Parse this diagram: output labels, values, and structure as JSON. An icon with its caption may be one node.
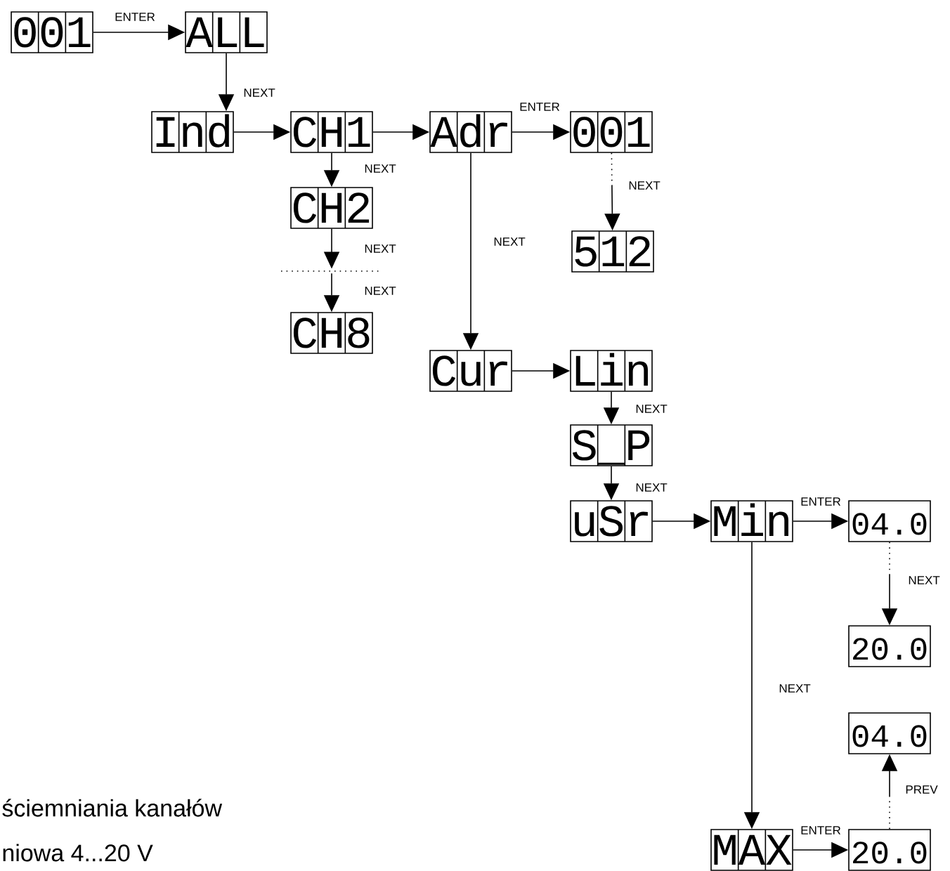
{
  "diagram": {
    "nodes": [
      {
        "text": [
          "001"
        ]
      },
      {
        "text": [
          "ALL"
        ]
      },
      {
        "text": [
          "Ind"
        ]
      },
      {
        "text": [
          "CH1"
        ]
      },
      {
        "text": [
          "Adr"
        ]
      },
      {
        "text": [
          "001"
        ]
      },
      {
        "text": [
          "CH2"
        ]
      },
      {
        "text": [
          "512"
        ]
      },
      {
        "text": [],
        "shape": "line"
      },
      {
        "text": [
          "CH8"
        ]
      },
      {
        "text": [
          "Cur"
        ]
      },
      {
        "text": [
          "Lin"
        ]
      },
      {
        "text": [
          "S_P"
        ]
      },
      {
        "text": [
          "uSr"
        ]
      },
      {
        "text": [
          "Min"
        ]
      },
      {
        "text": [
          "04.0"
        ]
      },
      {
        "text": [
          "20.0"
        ]
      },
      {
        "text": [
          "04.0"
        ]
      },
      {
        "text": [
          "MAX"
        ]
      },
      {
        "text": [
          "20.0"
        ]
      }
    ],
    "edges": [
      {
        "from": 0,
        "to": 1,
        "arrow": "to",
        "label": "ENTER"
      },
      {
        "from": 1,
        "to": 2,
        "arrow": "to",
        "label": "NEXT"
      },
      {
        "from": 2,
        "to": 3,
        "arrow": "to"
      },
      {
        "from": 3,
        "to": 4,
        "arrow": "to"
      },
      {
        "from": 4,
        "to": 5,
        "arrow": "to",
        "label": "ENTER"
      },
      {
        "from": 5,
        "to": 7,
        "arrow": "to",
        "label": "NEXT",
        "style": "dashed"
      },
      {
        "from": 3,
        "to": 6,
        "arrow": "to",
        "label": "NEXT"
      },
      {
        "from": 6,
        "to": 8,
        "arrow": "to",
        "label": "NEXT"
      },
      {
        "from": 8,
        "to": 9,
        "arrow": "to",
        "label": "NEXT"
      },
      {
        "from": 4,
        "to": 10,
        "arrow": "to",
        "label": "NEXT"
      },
      {
        "from": 10,
        "to": 11,
        "arrow": "to"
      },
      {
        "from": 11,
        "to": 12,
        "arrow": "to",
        "label": "NEXT"
      },
      {
        "from": 12,
        "to": 13,
        "arrow": "to",
        "label": "NEXT"
      },
      {
        "from": 13,
        "to": 14,
        "arrow": "to"
      },
      {
        "from": 14,
        "to": 15,
        "arrow": "to",
        "label": "ENTER"
      },
      {
        "from": 15,
        "to": 16,
        "arrow": "to",
        "label": "NEXT",
        "style": "dashed"
      },
      {
        "from": 14,
        "to": 18,
        "arrow": "to",
        "label": "NEXT"
      },
      {
        "from": 18,
        "to": 19,
        "arrow": "to",
        "label": "ENTER"
      },
      {
        "from": 19,
        "to": 17,
        "arrow": "to",
        "label": "PREV",
        "style": "dashed"
      }
    ],
    "labels": [
      "ściemniania kanałów",
      "niowa 4...20 V"
    ]
  }
}
